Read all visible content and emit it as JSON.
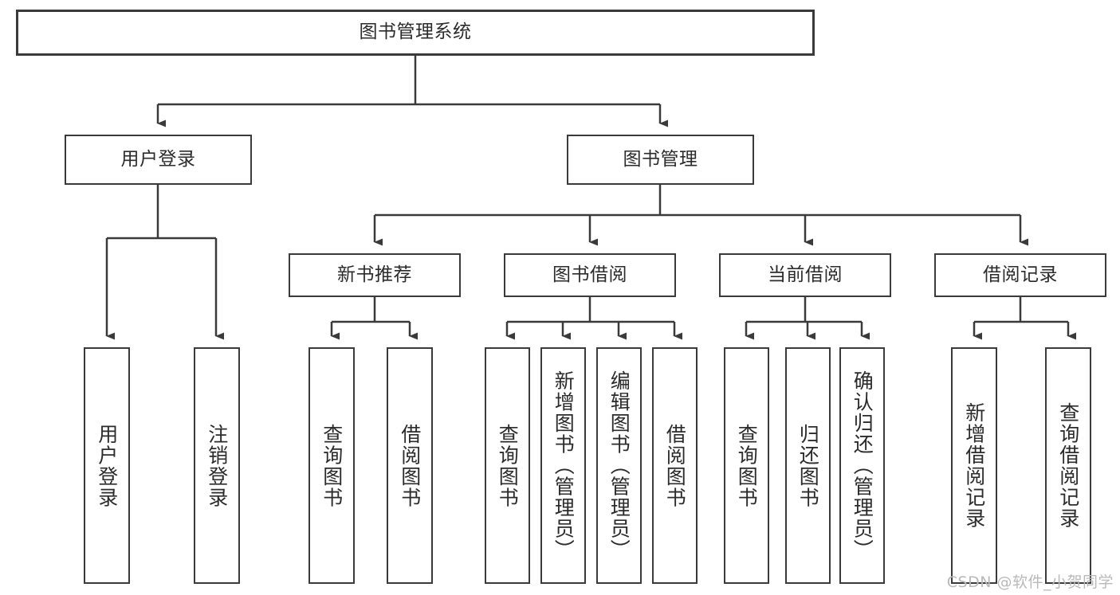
{
  "diagram": {
    "title": "图书管理系统",
    "type": "tree-hierarchy",
    "watermark": "CSDN @软件_小贺同学",
    "colors": {
      "stroke": "#3a3a3a",
      "fill": "#ffffff",
      "text": "#2b2b2b",
      "watermark": "#b9b9b9"
    },
    "nodes": {
      "root": {
        "label": "图书管理系统"
      },
      "level2": [
        {
          "id": "user-login",
          "label": "用户登录"
        },
        {
          "id": "book-management",
          "label": "图书管理"
        }
      ],
      "level3": [
        {
          "id": "new-book-recommend",
          "label": "新书推荐"
        },
        {
          "id": "book-borrow",
          "label": "图书借阅"
        },
        {
          "id": "current-borrow",
          "label": "当前借阅"
        },
        {
          "id": "borrow-record",
          "label": "借阅记录"
        }
      ],
      "leaves": [
        {
          "id": "leaf-user-login",
          "label": "用户登录",
          "parent": "user-login"
        },
        {
          "id": "leaf-logout",
          "label": "注销登录",
          "parent": "user-login"
        },
        {
          "id": "leaf-query-book-1",
          "label": "查询图书",
          "parent": "new-book-recommend"
        },
        {
          "id": "leaf-borrow-book-1",
          "label": "借阅图书",
          "parent": "new-book-recommend"
        },
        {
          "id": "leaf-query-book-2",
          "label": "查询图书",
          "parent": "book-borrow"
        },
        {
          "id": "leaf-add-book",
          "label": "新增图书（管理员）",
          "parent": "book-borrow"
        },
        {
          "id": "leaf-edit-book",
          "label": "编辑图书（管理员）",
          "parent": "book-borrow"
        },
        {
          "id": "leaf-borrow-book-2",
          "label": "借阅图书",
          "parent": "book-borrow"
        },
        {
          "id": "leaf-query-book-3",
          "label": "查询图书",
          "parent": "current-borrow"
        },
        {
          "id": "leaf-return-book",
          "label": "归还图书",
          "parent": "current-borrow"
        },
        {
          "id": "leaf-confirm-return",
          "label": "确认归还（管理员）",
          "parent": "current-borrow"
        },
        {
          "id": "leaf-add-record",
          "label": "新增借阅记录",
          "parent": "borrow-record"
        },
        {
          "id": "leaf-query-record",
          "label": "查询借阅记录",
          "parent": "borrow-record"
        }
      ]
    }
  }
}
